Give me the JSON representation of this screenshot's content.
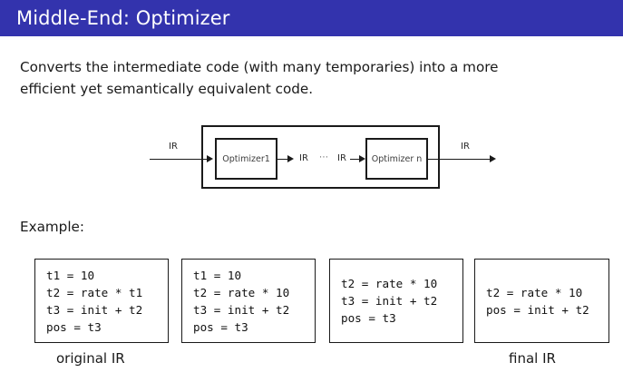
{
  "slide": {
    "title": "Middle-End: Optimizer",
    "title_bar_color": "#3333ad",
    "title_text_color": "#ffffff",
    "background_color": "#ffffff"
  },
  "intro": {
    "line1": "Converts the intermediate code (with many temporaries) into a more",
    "line2": "efficient yet semantically equivalent code."
  },
  "diagram": {
    "input_label": "IR",
    "optimizer_first": "Optimizer1",
    "optimizer_last": "Optimizer n",
    "mid_label_left": "IR",
    "ellipsis": "⋯",
    "mid_label_right": "IR",
    "output_label": "IR"
  },
  "example": {
    "heading": "Example:",
    "boxes": [
      {
        "lines": [
          "t1 = 10",
          "t2 = rate * t1",
          "t3 = init + t2",
          "pos = t3"
        ]
      },
      {
        "lines": [
          "t1 = 10",
          "t2 = rate * 10",
          "t3 = init + t2",
          "pos = t3"
        ]
      },
      {
        "lines": [
          "t2 = rate * 10",
          "t3 = init + t2",
          "pos = t3"
        ]
      },
      {
        "lines": [
          "t2 = rate * 10",
          "pos = init + t2"
        ]
      }
    ],
    "caption_first": "original IR",
    "caption_last": "final IR"
  }
}
